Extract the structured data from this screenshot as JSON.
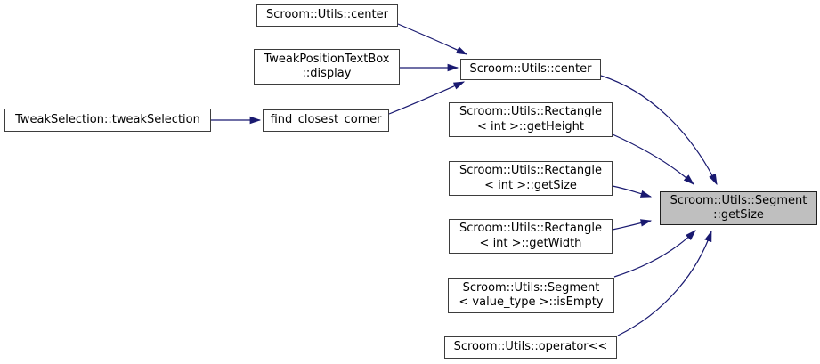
{
  "diagram": {
    "type": "doxygen-call-graph",
    "colors": {
      "background": "#ffffff",
      "edge": "#191970",
      "node_fill": "#ffffff",
      "node_border": "#3d3d3d",
      "highlight_node_fill": "#bfbfbf",
      "text": "#000000"
    },
    "nodes": {
      "center_caller": {
        "label": "Scroom::Utils::center"
      },
      "display": {
        "label": "TweakPositionTextBox\n::display"
      },
      "tweak_selection": {
        "label": "TweakSelection::tweakSelection"
      },
      "find_closest_corner": {
        "label": "find_closest_corner"
      },
      "center": {
        "label": "Scroom::Utils::center"
      },
      "rect_get_height": {
        "label": "Scroom::Utils::Rectangle\n< int >::getHeight"
      },
      "rect_get_size": {
        "label": "Scroom::Utils::Rectangle\n< int >::getSize"
      },
      "rect_get_width": {
        "label": "Scroom::Utils::Rectangle\n< int >::getWidth"
      },
      "segment_is_empty": {
        "label": "Scroom::Utils::Segment\n< value_type >::isEmpty"
      },
      "operator_stream": {
        "label": "Scroom::Utils::operator<<"
      },
      "segment_get_size": {
        "label": "Scroom::Utils::Segment\n::getSize",
        "highlighted": true
      }
    },
    "edges": [
      {
        "from": "center_caller",
        "to": "center"
      },
      {
        "from": "display",
        "to": "center"
      },
      {
        "from": "tweak_selection",
        "to": "find_closest_corner"
      },
      {
        "from": "find_closest_corner",
        "to": "center"
      },
      {
        "from": "center",
        "to": "segment_get_size"
      },
      {
        "from": "rect_get_height",
        "to": "segment_get_size"
      },
      {
        "from": "rect_get_size",
        "to": "segment_get_size"
      },
      {
        "from": "rect_get_width",
        "to": "segment_get_size"
      },
      {
        "from": "segment_is_empty",
        "to": "segment_get_size"
      },
      {
        "from": "operator_stream",
        "to": "segment_get_size"
      }
    ]
  }
}
